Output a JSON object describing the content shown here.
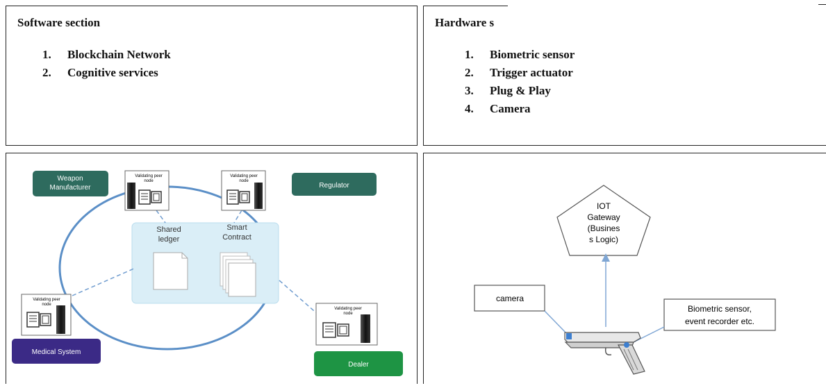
{
  "software": {
    "title": "Software section",
    "items": [
      {
        "num": "1.",
        "label": "Blockchain Network"
      },
      {
        "num": "2.",
        "label": "Cognitive services"
      }
    ]
  },
  "hardware": {
    "title": "Hardware s",
    "items": [
      {
        "num": "1.",
        "label": "Biometric sensor"
      },
      {
        "num": "2.",
        "label": "Trigger actuator"
      },
      {
        "num": "3.",
        "label": "Plug & Play"
      },
      {
        "num": "4.",
        "label": "Camera"
      }
    ]
  },
  "network": {
    "weapon_manufacturer": [
      "Weapon",
      "Manufacturer"
    ],
    "regulator": "Regulator",
    "medical_system": "Medical System",
    "dealer": "Dealer",
    "peer_node": [
      "Validating peer",
      "node"
    ],
    "shared_ledger": [
      "Shared",
      "ledger"
    ],
    "smart_contract": [
      "Smart",
      "Contract"
    ],
    "colors": {
      "weapon_manufacturer": "#2e6b5e",
      "regulator": "#2e6b5e",
      "medical_system": "#3b2a86",
      "dealer": "#1e9444",
      "ellipse": "#5b8fc7",
      "ledger_area": "#daeef7"
    }
  },
  "iot": {
    "gateway": [
      "IOT",
      "Gateway",
      "(Busines",
      "s Logic)"
    ],
    "camera": "camera",
    "biometric": [
      "Biometric sensor,",
      "event recorder etc."
    ],
    "arrow_color": "#7fa6d4"
  }
}
